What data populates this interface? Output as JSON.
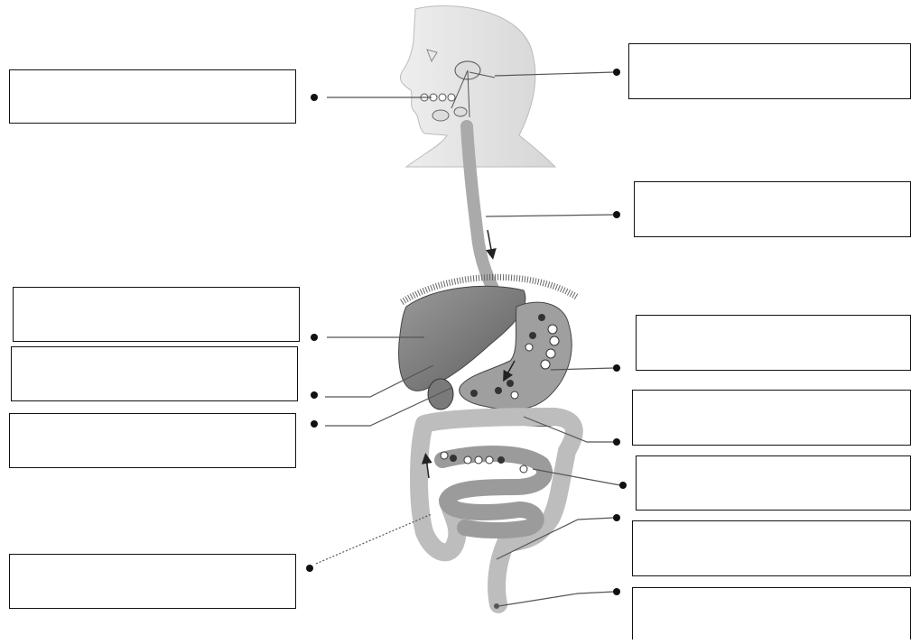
{
  "diagram": {
    "label_boxes": [
      {
        "id": "salivary-glands",
        "text": ""
      },
      {
        "id": "mouth",
        "text": ""
      },
      {
        "id": "esophagus",
        "text": ""
      },
      {
        "id": "liver",
        "text": ""
      },
      {
        "id": "stomach",
        "text": ""
      },
      {
        "id": "gallbladder",
        "text": ""
      },
      {
        "id": "duodenum",
        "text": ""
      },
      {
        "id": "pancreas",
        "text": ""
      },
      {
        "id": "small-intestine",
        "text": ""
      },
      {
        "id": "large-intestine",
        "text": ""
      },
      {
        "id": "rectum",
        "text": ""
      },
      {
        "id": "anus",
        "text": ""
      }
    ],
    "colors": {
      "outline": "#111111",
      "head": "#e6e6e6",
      "organ_dark": "#8f8f8f",
      "organ_light": "#cfcfcf",
      "intestine": "#bdbdbd"
    }
  }
}
